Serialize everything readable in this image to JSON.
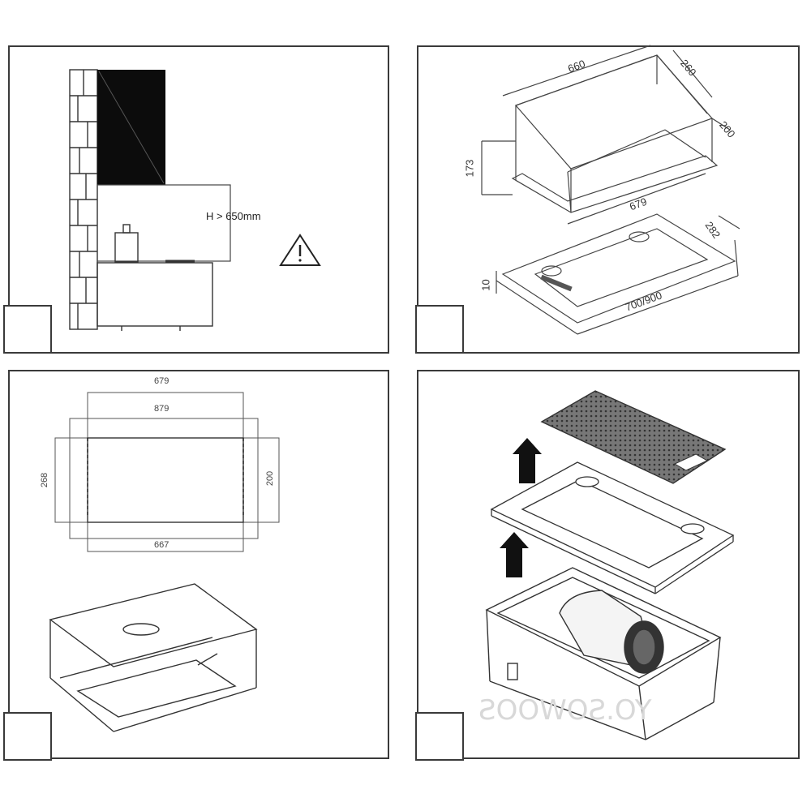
{
  "panels": [
    {
      "id": "installation-height",
      "labels": {
        "height": "H > 650mm"
      },
      "icons": [
        "warning-triangle-icon"
      ]
    },
    {
      "id": "dimensions-3d",
      "labels": {
        "width_top": "660",
        "depth_top": "260",
        "depth_side": "200",
        "height": "173",
        "cutout_width": "679",
        "cutout_depth": "282",
        "panel_thickness": "10",
        "overall_width": "700/900"
      }
    },
    {
      "id": "cutout-plan",
      "labels": {
        "outer_width": "679",
        "inner_width": "879",
        "bottom_width": "667",
        "left_height": "268",
        "right_height": "200"
      }
    },
    {
      "id": "assembly-exploded",
      "icons": [
        "up-arrow-icon",
        "up-arrow-icon"
      ]
    }
  ],
  "watermark": "ƧOOWOƧ.OY"
}
